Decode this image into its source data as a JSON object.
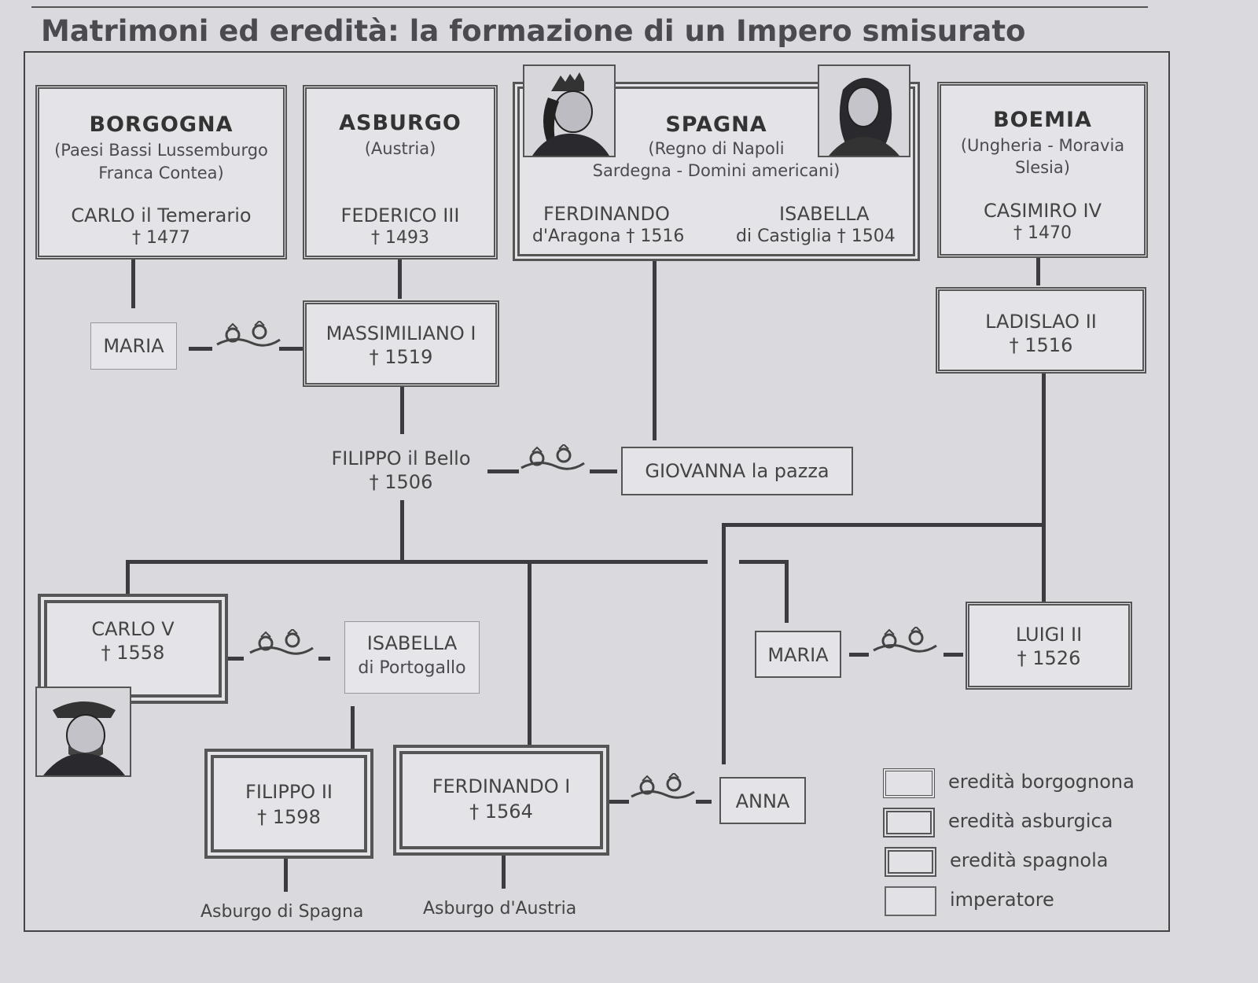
{
  "title": "Matrimoni ed eredità: la formazione di un Impero smisurato",
  "houses": {
    "borgogna": {
      "name": "BORGOGNA",
      "territories_1": "(Paesi Bassi Lussemburgo",
      "territories_2": "Franca Contea)",
      "ruler": "CARLO il Temerario",
      "death": "† 1477"
    },
    "asburgo": {
      "name": "ASBURGO",
      "territories_1": "(Austria)",
      "ruler": "FEDERICO III",
      "death": "† 1493"
    },
    "spagna": {
      "name": "SPAGNA",
      "territories_1": "(Regno di Napoli",
      "territories_2": "Sardegna - Domini americani)",
      "ruler_1": "FERDINANDO",
      "ruler_1_detail": "d'Aragona † 1516",
      "ruler_2": "ISABELLA",
      "ruler_2_detail": "di Castiglia † 1504"
    },
    "boemia": {
      "name": "BOEMIA",
      "territories_1": "(Ungheria - Moravia",
      "territories_2": "Slesia)",
      "ruler": "CASIMIRO IV",
      "death": "† 1470"
    }
  },
  "people": {
    "maria_borgogna": {
      "name": "MARIA"
    },
    "massimiliano": {
      "name": "MASSIMILIANO I",
      "death": "† 1519"
    },
    "ladislao": {
      "name": "LADISLAO II",
      "death": "† 1516"
    },
    "filippo_bello": {
      "name": "FILIPPO il Bello",
      "death": "† 1506"
    },
    "giovanna": {
      "name": "GIOVANNA la pazza"
    },
    "carlo_v": {
      "name": "CARLO V",
      "death": "† 1558"
    },
    "isabella_portogallo": {
      "name": "ISABELLA",
      "detail": "di Portogallo"
    },
    "maria_ungheria": {
      "name": "MARIA"
    },
    "luigi": {
      "name": "LUIGI II",
      "death": "† 1526"
    },
    "filippo_ii": {
      "name": "FILIPPO II",
      "death": "† 1598"
    },
    "ferdinando_i": {
      "name": "FERDINANDO I",
      "death": "† 1564"
    },
    "anna": {
      "name": "ANNA"
    }
  },
  "descendants": {
    "spagna": "Asburgo di Spagna",
    "austria": "Asburgo d'Austria"
  },
  "legend": [
    {
      "label": "eredità borgognona"
    },
    {
      "label": "eredità asburgica"
    },
    {
      "label": "eredità spagnola"
    },
    {
      "label": "imperatore"
    }
  ],
  "icons": {
    "marriage": "wedding-rings-icon",
    "portrait": "portrait-icon"
  }
}
